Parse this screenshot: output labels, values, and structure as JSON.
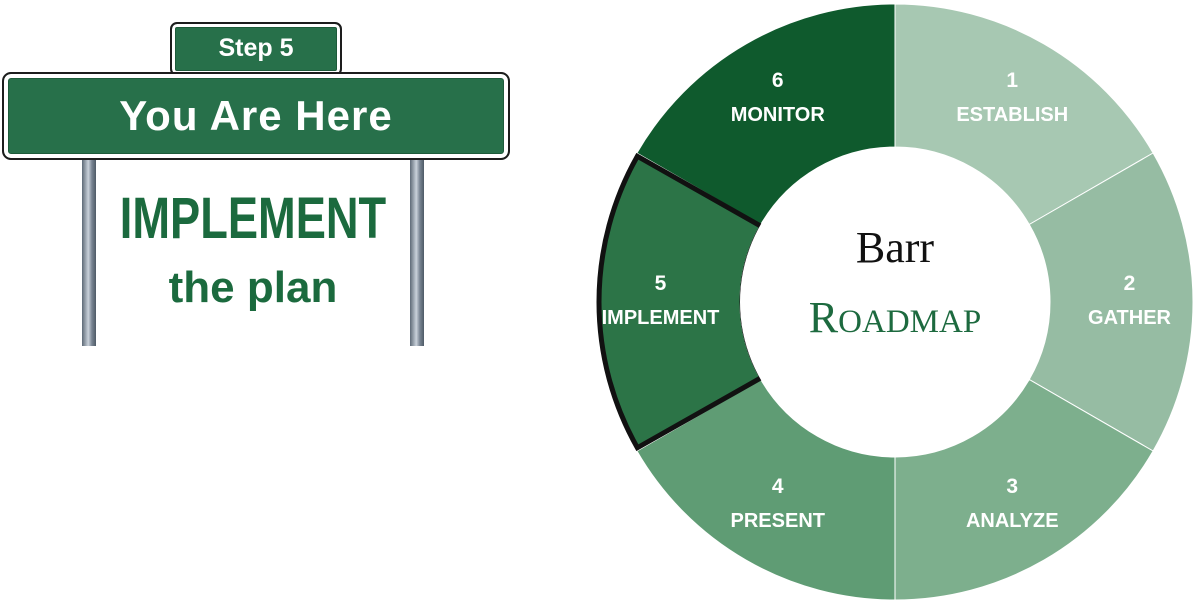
{
  "sign": {
    "step": "Step 5",
    "banner": "You Are Here",
    "action": "IMPLEMENT",
    "action_sub": "the plan"
  },
  "roadmap": {
    "title_line1": "Barr",
    "title_line2": "Roadmap",
    "highlighted_step": 5,
    "steps": [
      {
        "num": "1",
        "label": "ESTABLISH",
        "color": "#a7c8b2"
      },
      {
        "num": "2",
        "label": "GATHER",
        "color": "#96bca3"
      },
      {
        "num": "3",
        "label": "ANALYZE",
        "color": "#7daf8d"
      },
      {
        "num": "4",
        "label": "PRESENT",
        "color": "#5f9c74"
      },
      {
        "num": "5",
        "label": "IMPLEMENT",
        "color": "#2c7447"
      },
      {
        "num": "6",
        "label": "MONITOR",
        "color": "#0f5a2d"
      }
    ]
  },
  "colors": {
    "sign_green": "#27704a",
    "text_green": "#1b6a3e",
    "outline": "#111111"
  }
}
